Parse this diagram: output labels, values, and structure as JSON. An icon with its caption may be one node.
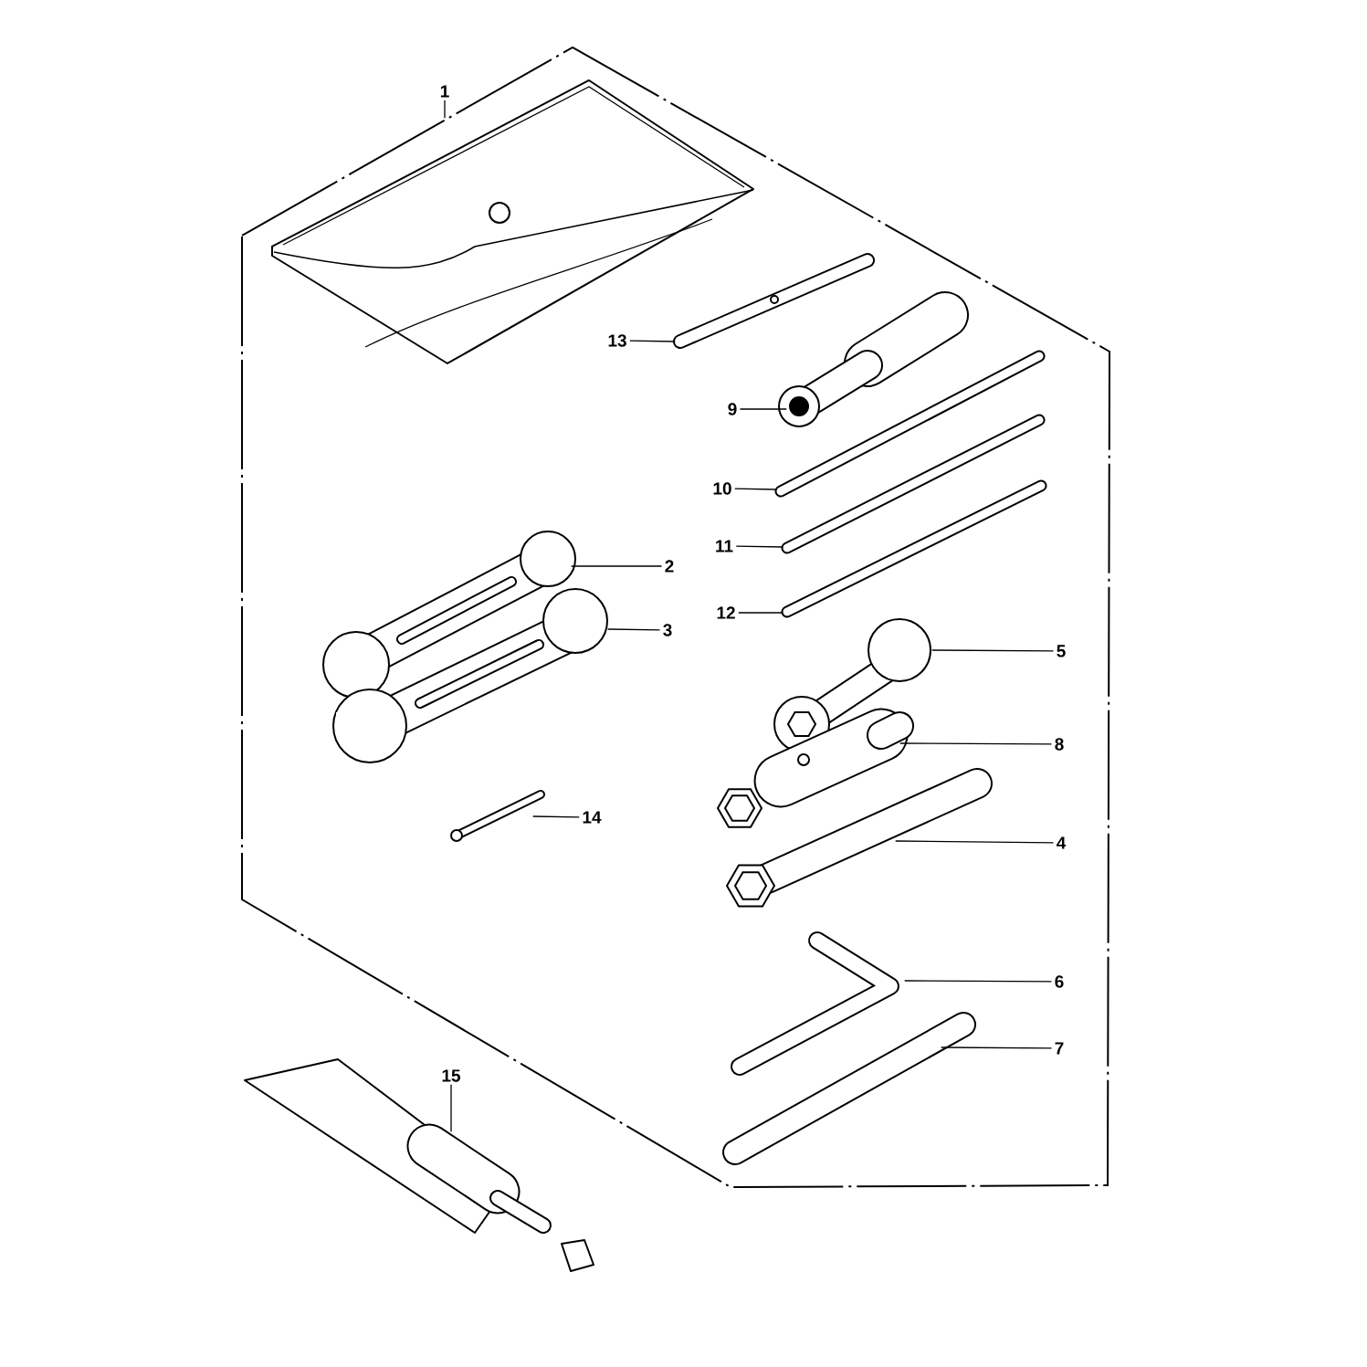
{
  "diagram": {
    "nodes": [
      {
        "text": [
          "1"
        ]
      },
      {
        "text": [
          "2"
        ]
      },
      {
        "text": [
          "3"
        ]
      },
      {
        "text": [
          "4"
        ]
      },
      {
        "text": [
          "5"
        ]
      },
      {
        "text": [
          "6"
        ]
      },
      {
        "text": [
          "7"
        ]
      },
      {
        "text": [
          "8"
        ]
      },
      {
        "text": [
          "9"
        ]
      },
      {
        "text": [
          "10"
        ]
      },
      {
        "text": [
          "11"
        ]
      },
      {
        "text": [
          "12"
        ]
      },
      {
        "text": [
          "13"
        ]
      },
      {
        "text": [
          "14"
        ]
      },
      {
        "text": [
          "15"
        ]
      },
      {
        "text": [],
        "shape": "picture"
      },
      {
        "text": [],
        "shape": "picture"
      },
      {
        "text": [],
        "shape": "picture"
      },
      {
        "text": [],
        "shape": "picture"
      },
      {
        "text": [],
        "shape": "picture"
      },
      {
        "text": [],
        "shape": "picture"
      },
      {
        "text": [],
        "shape": "picture"
      },
      {
        "text": [],
        "shape": "picture"
      },
      {
        "text": [],
        "shape": "picture"
      },
      {
        "text": [],
        "shape": "picture"
      },
      {
        "text": [],
        "shape": "picture"
      },
      {
        "text": [],
        "shape": "picture"
      },
      {
        "text": [],
        "shape": "picture"
      },
      {
        "text": [],
        "shape": "picture"
      },
      {
        "text": [],
        "shape": "picture"
      }
    ],
    "edges": [
      {
        "from": 0,
        "to": 15,
        "arrow": "none"
      },
      {
        "from": 1,
        "to": 16,
        "arrow": "none"
      },
      {
        "from": 2,
        "to": 17,
        "arrow": "none"
      },
      {
        "from": 3,
        "to": 18,
        "arrow": "none"
      },
      {
        "from": 4,
        "to": 19,
        "arrow": "none"
      },
      {
        "from": 5,
        "to": 20,
        "arrow": "none"
      },
      {
        "from": 6,
        "to": 21,
        "arrow": "none"
      },
      {
        "from": 7,
        "to": 22,
        "arrow": "none"
      },
      {
        "from": 8,
        "to": 23,
        "arrow": "none"
      },
      {
        "from": 9,
        "to": 24,
        "arrow": "none"
      },
      {
        "from": 10,
        "to": 25,
        "arrow": "none"
      },
      {
        "from": 11,
        "to": 26,
        "arrow": "none"
      },
      {
        "from": 12,
        "to": 27,
        "arrow": "none"
      },
      {
        "from": 13,
        "to": 28,
        "arrow": "none"
      },
      {
        "from": 14,
        "to": 29,
        "arrow": "none"
      }
    ]
  }
}
